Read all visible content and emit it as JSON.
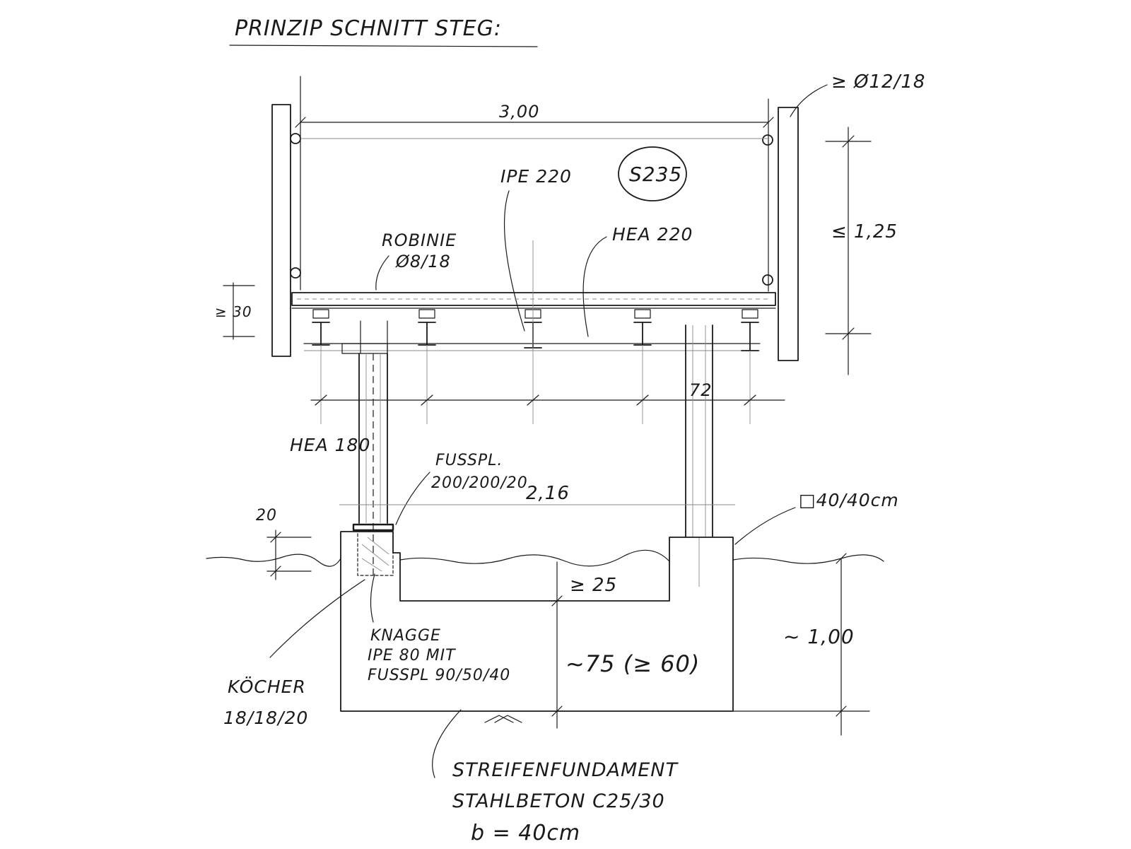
{
  "title": "PRINZIP SCHNITT STEG:",
  "dimensions": {
    "span": "3,00",
    "railing_height": "≤ 1,25",
    "deck_depth": "≥ 30",
    "post_72": "72",
    "clear_span": "2,16",
    "collar_height": "20",
    "min_cover": "≥ 25",
    "foundation_depth": "~ 1,00",
    "embed_depth": "~75 (≥ 60)"
  },
  "labels": {
    "rail_bar": "≥ Ø12/18",
    "steel_grade": "S235",
    "ipe": "IPE 220",
    "hea_top": "HEA 220",
    "decking_1": "ROBINIE",
    "decking_2": "Ø8/18",
    "column": "HEA 180",
    "baseplate_1": "FUSSPL.",
    "baseplate_2": "200/200/20",
    "pier": "□40/40cm",
    "knagge_1": "KNAGGE",
    "knagge_2": "IPE 80 MIT",
    "knagge_3": "FUSSPL 90/50/40",
    "koecher_1": "KÖCHER",
    "koecher_2": "18/18/20",
    "foundation_1": "STREIFENFUNDAMENT",
    "foundation_2": "STAHLBETON C25/30",
    "foundation_3": "b = 40cm"
  }
}
